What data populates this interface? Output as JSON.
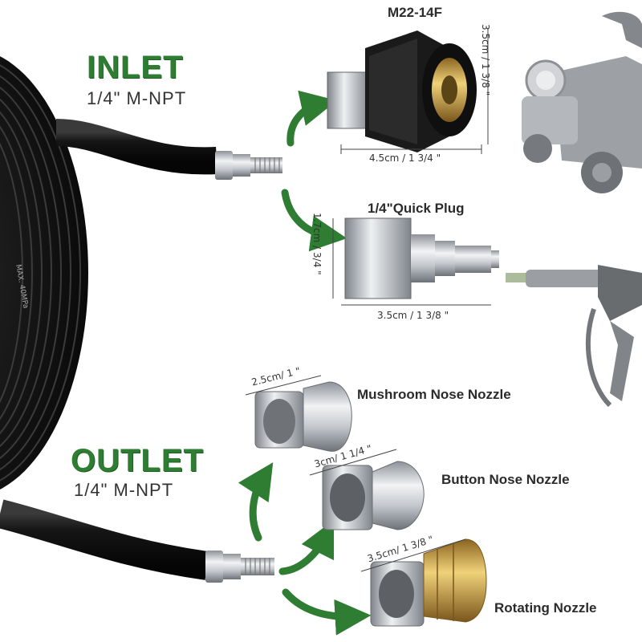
{
  "inlet": {
    "title": "INLET",
    "thread": "1/4\" M-NPT"
  },
  "outlet": {
    "title": "OUTLET",
    "thread": "1/4\" M-NPT"
  },
  "parts": {
    "m22": {
      "name": "M22-14F",
      "dim_width": "4.5cm / 1 3/4 \"",
      "dim_height": "3.5cm / 1 3/8 \""
    },
    "quick_plug": {
      "name": "1/4\"Quick Plug",
      "dim_width": "3.5cm / 1 3/8 \"",
      "dim_height": "1.7cm / 3/4 \""
    },
    "mushroom": {
      "name": "Mushroom Nose Nozzle",
      "dim": "2.5cm/ 1 \""
    },
    "button": {
      "name": "Button Nose Nozzle",
      "dim": "3cm/ 1 1/4 \""
    },
    "rotating": {
      "name": "Rotating Nozzle",
      "dim": "3.5cm/ 1 3/8 \""
    }
  },
  "hose_print": "MAX. 40MPa",
  "colors": {
    "accent_green": "#2e7d32",
    "hose": "#1c1c1c",
    "steel": "#b8bcc2",
    "brass": "#c9a24a"
  }
}
